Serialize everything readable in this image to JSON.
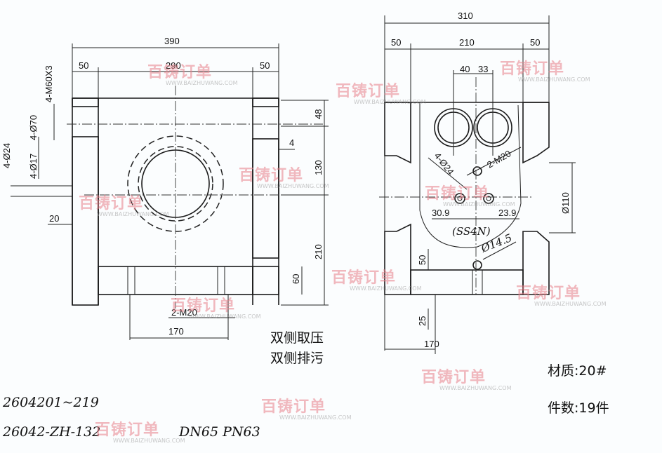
{
  "left_view": {
    "dims": {
      "overall_width": "390",
      "left_wall": "50",
      "inner_width": "290",
      "right_wall": "50",
      "thread": "4-M60X3",
      "bore70": "4-Ø70",
      "bore24": "4-Ø24",
      "bore17": "4-Ø17",
      "depth20": "20",
      "h48": "48",
      "h130": "130",
      "h210": "210",
      "h60": "60",
      "gap4": "4",
      "bottom_thread": "2-M20",
      "bottom_span": "170"
    }
  },
  "right_view": {
    "dims": {
      "overall_width": "310",
      "left_wall": "50",
      "inner_width": "210",
      "right_wall": "50",
      "spacing40": "40",
      "spacing33": "33",
      "holes": "4-Ø24",
      "thread": "2-M20",
      "offset_left": "30.9",
      "offset_right": "23.9",
      "note_paren": "(SS4N)",
      "dia14": "Ø14.5",
      "bore110": "Ø110",
      "h50": "50",
      "h25": "25",
      "bottom_span": "170"
    }
  },
  "notes": {
    "line1": "双侧取压",
    "line2": "双侧排污",
    "material": "材质:20#",
    "quantity": "件数:19件",
    "serial": "2604201~219",
    "drawing_no": "26042-ZH-132",
    "spec": "DN65  PN63"
  },
  "watermark": {
    "brand": "百铸订单",
    "url": "WWW.BAIZHUWANG.COM"
  }
}
